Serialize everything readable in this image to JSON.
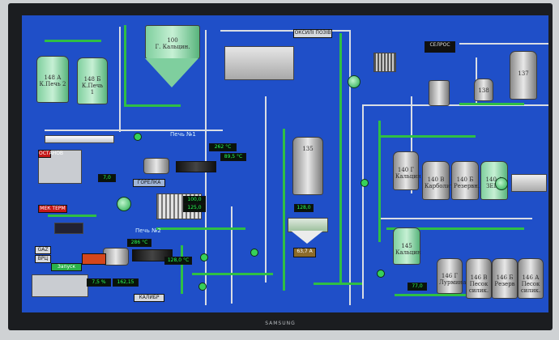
{
  "hmi": {
    "top_tag": "ОКСИЛІ ПОЗІВ",
    "selros": "СЕЛРОС",
    "oven1_label": "Печь №1",
    "oven2_label": "Печь №2",
    "hopper_100": "100\nГ. Кальцин.",
    "tank_148a": "148 А\nК.Печь 2",
    "tank_148b": "148 Б\nК.Печь 1",
    "tank_135": "135",
    "tank_138": "138",
    "tank_137": "137",
    "tank_140f": "140 Г\nКальцин",
    "tank_140v": "140 В\nКарболит",
    "tank_140b": "140 Б\nРезервн.",
    "tank_140a": "140 А\nЗЕГФ",
    "tank_145": "145\nКальцин",
    "tank_146a": "146 Г\nЛурмина",
    "tank_146v": "146 В\nПесок\nсилик.",
    "tank_146b": "146 Б\nРезерв",
    "tank_146aa": "146 А\nПесок\nсилик.",
    "v_oven1": "262 °С",
    "v_oven1b": "89,5 °С",
    "v_oven2": "286 °С",
    "v_oven2b": "128,0 °С",
    "v_fan1": "100,0",
    "v_fan2": "125,0",
    "v_bottom": "63,7 А",
    "v_bottom2": "7,0",
    "v_t1": "128,0",
    "v_t2": "77,0",
    "v_m1": "7,5 %",
    "v_m2": "162,15",
    "gas": "GAZ",
    "bpl": "ВРЦ",
    "gorelka": "ГОРЕЛКА",
    "mekterm": "МЕК ТЕРМ",
    "mode_btn": "КАЛИБР",
    "status_btn": "Запуск",
    "small_red": "ОСТАНОВ"
  }
}
